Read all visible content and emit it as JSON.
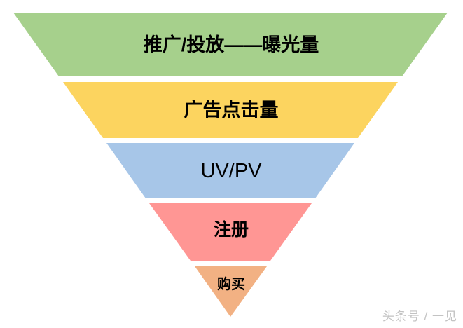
{
  "funnel": {
    "layers": [
      {
        "id": "exposure",
        "label": "推广/投放——曝光量",
        "color": "#A6D08C"
      },
      {
        "id": "ad-clicks",
        "label": "广告点击量",
        "color": "#FCD45F"
      },
      {
        "id": "uv-pv",
        "label": "UV/PV",
        "color": "#A7C6E8"
      },
      {
        "id": "register",
        "label": "注册",
        "color": "#FF9694"
      },
      {
        "id": "purchase",
        "label": "购买",
        "color": "#F2B183"
      }
    ]
  },
  "watermark": {
    "text": "头条号 / 一见"
  }
}
